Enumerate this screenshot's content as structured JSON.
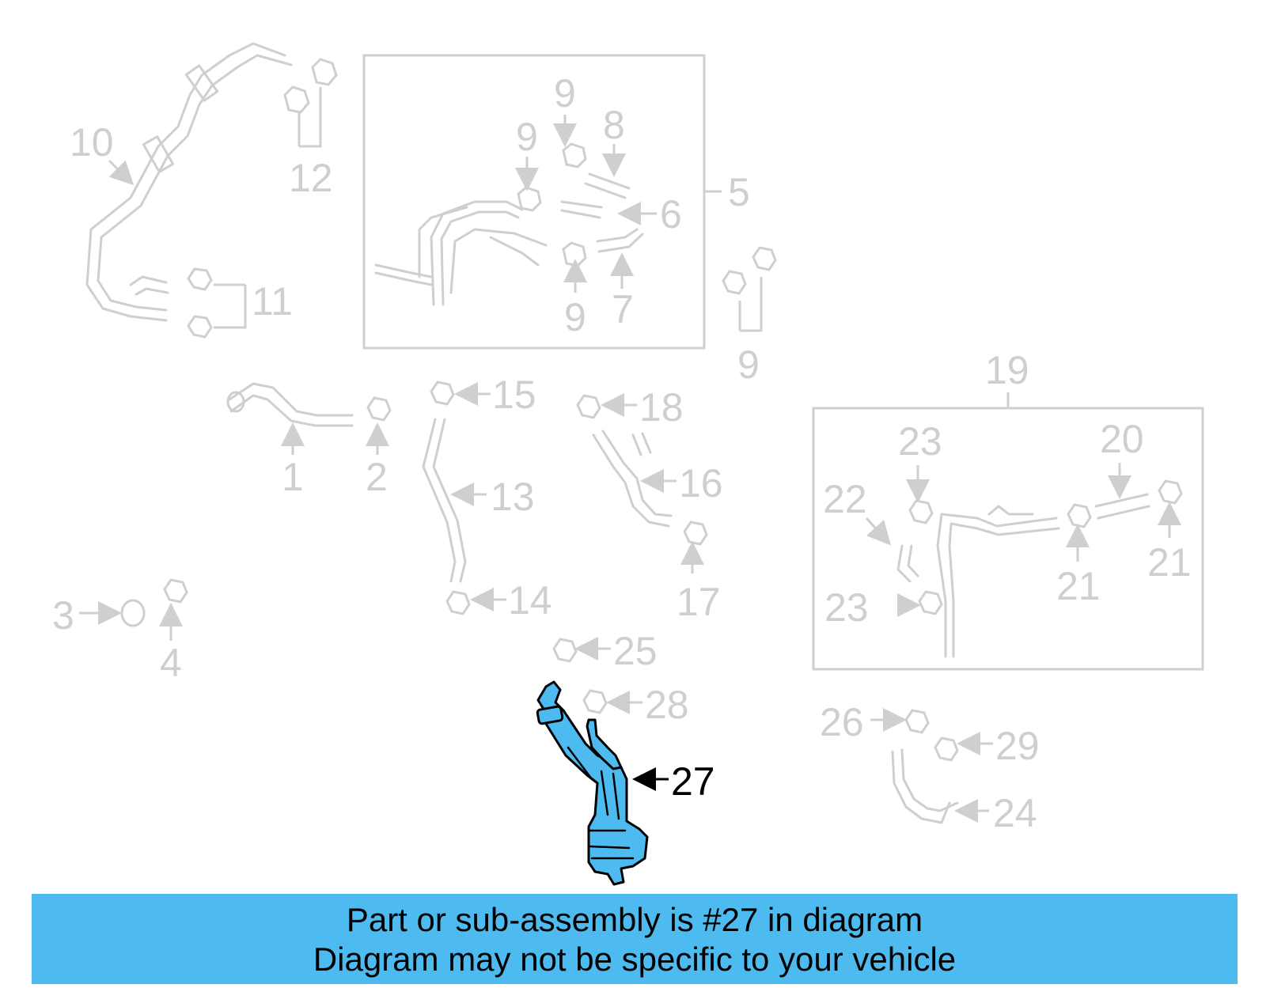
{
  "labels": {
    "p1": "1",
    "p2": "2",
    "p3": "3",
    "p4": "4",
    "p5": "5",
    "p6": "6",
    "p7": "7",
    "p8": "8",
    "p9a": "9",
    "p9b": "9",
    "p9c": "9",
    "p9d": "9",
    "p10": "10",
    "p11": "11",
    "p12": "12",
    "p13": "13",
    "p14": "14",
    "p15": "15",
    "p16": "16",
    "p17": "17",
    "p18": "18",
    "p19": "19",
    "p20": "20",
    "p21a": "21",
    "p21b": "21",
    "p22": "22",
    "p23a": "23",
    "p23b": "23",
    "p24": "24",
    "p25": "25",
    "p26": "26",
    "p27": "27",
    "p28": "28",
    "p29": "29"
  },
  "highlight_part": "27",
  "colors": {
    "highlight_fill": "#4dbbef",
    "banner": "#4dbbef",
    "parts_gray": "#cfcfcf"
  },
  "banner": {
    "line1": "Part or sub-assembly is #27 in diagram",
    "line2": "Diagram may not be specific to your vehicle"
  }
}
